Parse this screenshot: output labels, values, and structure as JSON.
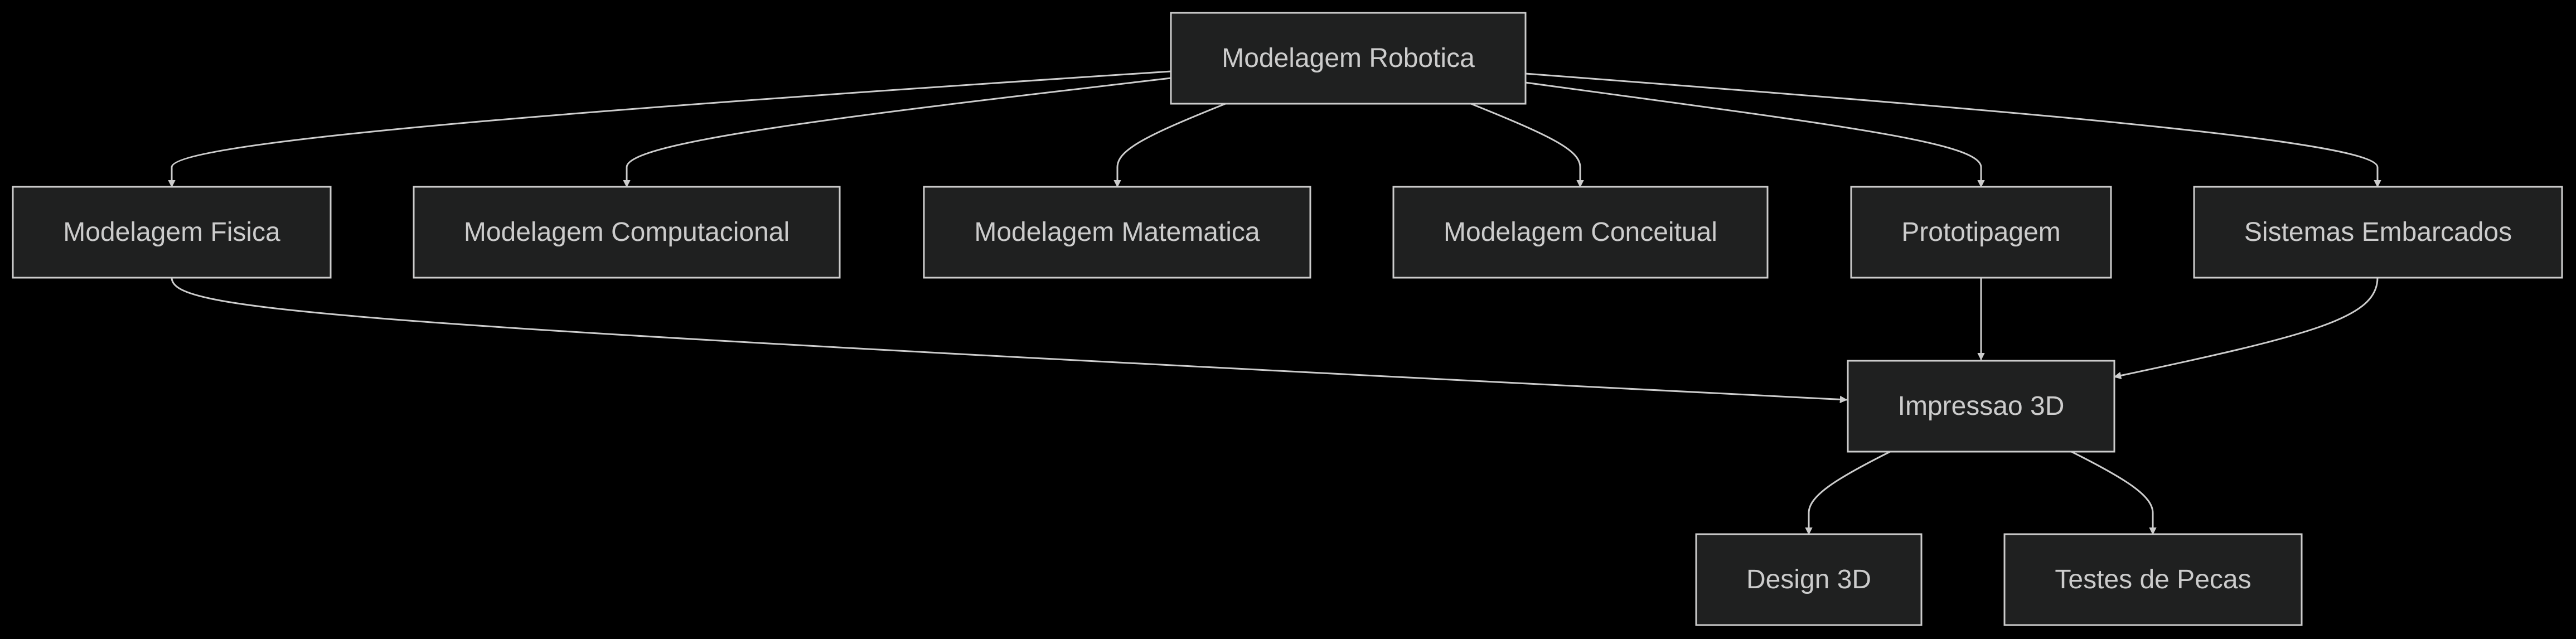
{
  "diagram": {
    "nodes": [
      {
        "id": "robotica",
        "label": "Modelagem Robotica"
      },
      {
        "id": "fisica",
        "label": "Modelagem Fisica"
      },
      {
        "id": "computacional",
        "label": "Modelagem Computacional"
      },
      {
        "id": "matematica",
        "label": "Modelagem Matematica"
      },
      {
        "id": "conceitual",
        "label": "Modelagem Conceitual"
      },
      {
        "id": "prototipagem",
        "label": "Prototipagem"
      },
      {
        "id": "embarcados",
        "label": "Sistemas Embarcados"
      },
      {
        "id": "impressao",
        "label": "Impressao 3D"
      },
      {
        "id": "design",
        "label": "Design 3D"
      },
      {
        "id": "testes",
        "label": "Testes de Pecas"
      }
    ],
    "edges": [
      {
        "from": "robotica",
        "to": "fisica"
      },
      {
        "from": "robotica",
        "to": "computacional"
      },
      {
        "from": "robotica",
        "to": "matematica"
      },
      {
        "from": "robotica",
        "to": "conceitual"
      },
      {
        "from": "robotica",
        "to": "prototipagem"
      },
      {
        "from": "robotica",
        "to": "embarcados"
      },
      {
        "from": "fisica",
        "to": "impressao"
      },
      {
        "from": "prototipagem",
        "to": "impressao"
      },
      {
        "from": "embarcados",
        "to": "impressao"
      },
      {
        "from": "impressao",
        "to": "design"
      },
      {
        "from": "impressao",
        "to": "testes"
      }
    ],
    "colors": {
      "background": "#000000",
      "node_fill": "#1f2020",
      "node_stroke": "#cccccc",
      "text": "#cccccc",
      "edge": "#cccccc"
    }
  }
}
